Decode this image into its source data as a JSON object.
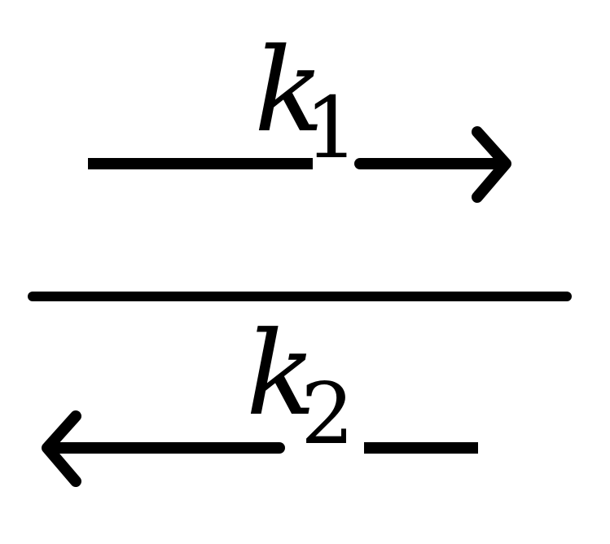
{
  "diagram": {
    "forward": {
      "symbol": "k",
      "subscript": "1",
      "direction": "right"
    },
    "reverse": {
      "symbol": "k",
      "subscript": "2",
      "direction": "left"
    },
    "colors": {
      "ink": "#000000",
      "background": "#ffffff"
    }
  }
}
